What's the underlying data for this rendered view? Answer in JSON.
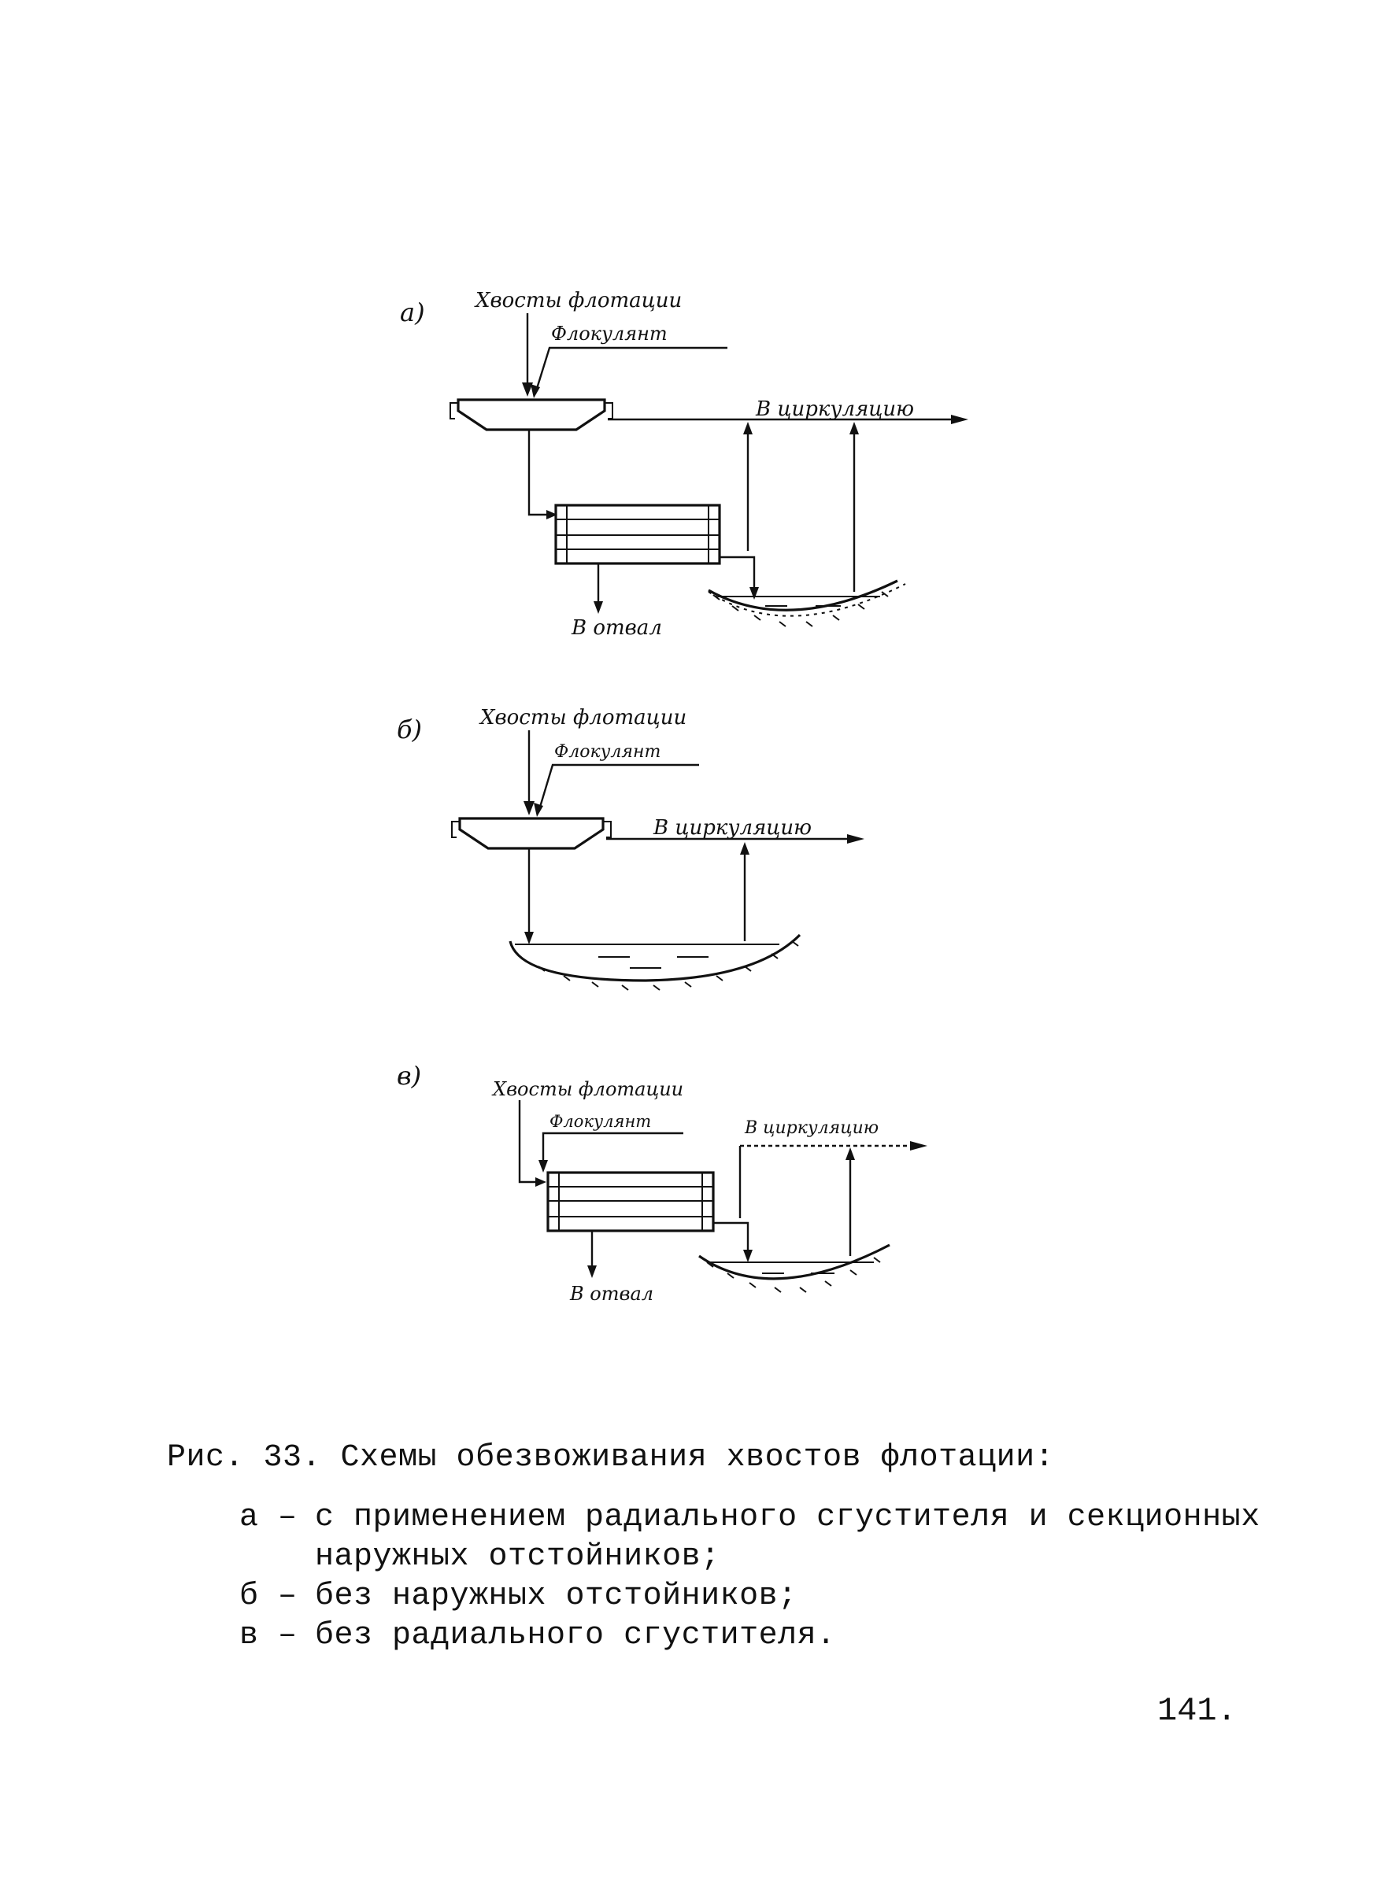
{
  "figure": {
    "panels": [
      {
        "letter": "а)",
        "tailings_label": "Хвосты флотации",
        "flocculant_label": "Флокулянт",
        "circulation_label": "В циркуляцию",
        "dump_label": "В отвал"
      },
      {
        "letter": "б)",
        "tailings_label": "Хвосты флотации",
        "flocculant_label": "Флокулянт",
        "circulation_label": "В циркуляцию"
      },
      {
        "letter": "в)",
        "tailings_label": "Хвосты флотации",
        "flocculant_label": "Флокулянт",
        "circulation_label": "В циркуляцию",
        "dump_label": "В отвал"
      }
    ]
  },
  "caption": {
    "title": "Рис. 33. Схемы обезвоживания хвостов флотации:",
    "items": [
      {
        "mark": "а –",
        "text": "с применением радиального сгустителя и секционных наружных отстойников;"
      },
      {
        "mark": "б –",
        "text": "без наружных отстойников;"
      },
      {
        "mark": "в –",
        "text": "без радиального сгустителя."
      }
    ]
  },
  "page_number": "141."
}
